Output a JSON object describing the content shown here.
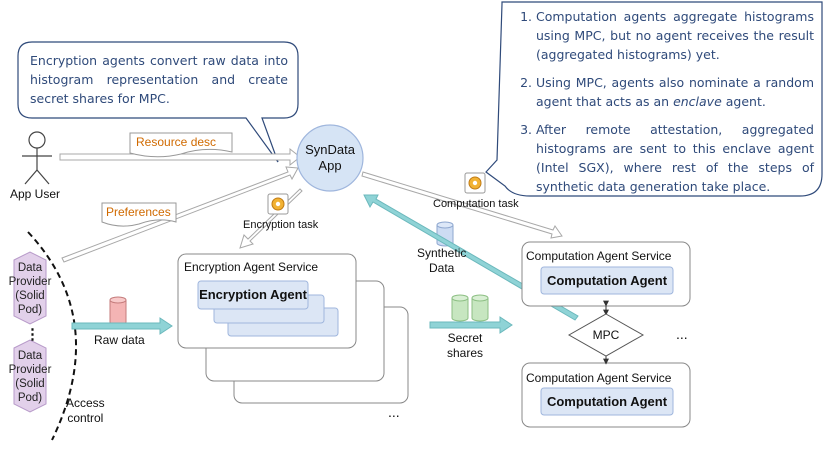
{
  "encryption_callout": {
    "text": "Encryption agents convert raw data into histogram representation and create secret shares for MPC."
  },
  "computation_callout": {
    "step1": "Computation agents aggregate histograms using MPC, but no agent receives the result (aggregated histograms) yet.",
    "step2_prefix": "Using MPC, agents also nominate a random agent that acts as an ",
    "step2_emph": "enclave",
    "step2_suffix": " agent.",
    "step3": "After remote attestation, aggregated histograms are sent to this enclave agent (Intel SGX), where rest of the steps of synthetic data generation take place."
  },
  "actors": {
    "app_user": "App User",
    "syndata_line1": "SynData",
    "syndata_line2": "App"
  },
  "documents": {
    "resource_desc": "Resource desc",
    "preferences": "Preferences"
  },
  "providers": {
    "top": [
      "Data",
      "Provider",
      "(Solid",
      "Pod)"
    ],
    "bottom": [
      "Data",
      "Provider",
      "(Solid",
      "Pod)"
    ],
    "ellipsis": "⋮"
  },
  "labels": {
    "raw_data": "Raw data",
    "access_control_line1": "Access",
    "access_control_line2": "control",
    "encryption_task": "Encryption task",
    "computation_task": "Computation task",
    "synthetic_line1": "Synthetic",
    "synthetic_line2": "Data",
    "secret_line1": "Secret",
    "secret_line2": "shares",
    "mpc": "MPC",
    "ellipsis_bottom": "...",
    "ellipsis_right": "..."
  },
  "encryption_service": {
    "title": "Encryption Agent Service",
    "agent": "Encryption Agent"
  },
  "computation_services": [
    {
      "title": "Computation Agent Service",
      "agent": "Computation Agent"
    },
    {
      "title": "Computation Agent Service",
      "agent": "Computation Agent"
    }
  ],
  "colors": {
    "callout_border": "#2f4a7a",
    "callout_text": "#2f4a7a",
    "agent_fill": "#dce6f5",
    "agent_border": "#9fb6dd",
    "syndata_fill": "#d6e4f5",
    "hex_fill": "#e2d0ea",
    "teal_arrow": "#8fd3d6",
    "orange_text": "#d06a00",
    "cylinder_red": "#f4b4b4",
    "cylinder_green": "#c7e6c0",
    "cylinder_blue": "#cddcf3"
  }
}
